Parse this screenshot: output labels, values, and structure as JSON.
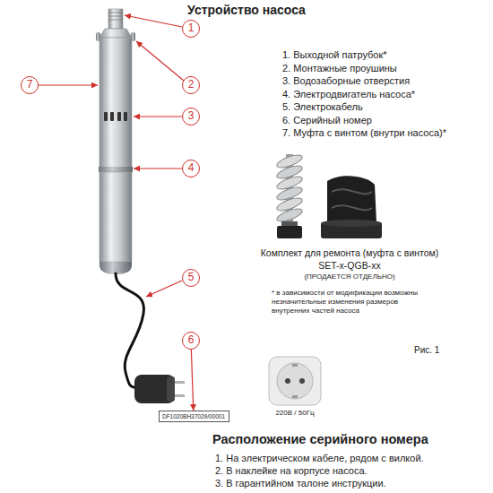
{
  "diagram": {
    "title": "Устройство насоса",
    "nodes": [
      {
        "text": [
          "1"
        ]
      },
      {
        "text": [
          "7"
        ]
      },
      {
        "text": [
          "2"
        ]
      },
      {
        "text": [
          "3"
        ]
      },
      {
        "text": [
          "4"
        ]
      },
      {
        "text": [
          "5"
        ]
      },
      {
        "text": [
          "6"
        ]
      },
      {
        "text": [
          "DF1020BH37029/00001"
        ]
      }
    ],
    "edges": [
      {
        "from": 6,
        "to": 7,
        "arrow": "to"
      }
    ],
    "labels": [
      "1. Выходной патрубок*",
      "2. Монтажные проушины",
      "3. Водозаборные отверстия",
      "4. Электродвигатель насоса*",
      "5. Электрокабель",
      "6. Серийный номер",
      "7. Муфта с винтом (внутри насоса)*",
      "Комплект для ремонта (муфта с винтом)",
      "SET-x-QGB-xx",
      "(ПРОДАЕТСЯ ОТДЕЛЬНО)",
      "* в зависимости от модификации возможны незначительные изменения размеров внутренних частей насоса",
      "220В / 50Гц",
      "Рис. 1",
      "Расположение серийного номера",
      "1. На электрическом кабеле, рядом с вилкой.",
      "2. В наклейке на корпусе насоса.",
      "3. В гарантийном талоне инструкции."
    ]
  }
}
